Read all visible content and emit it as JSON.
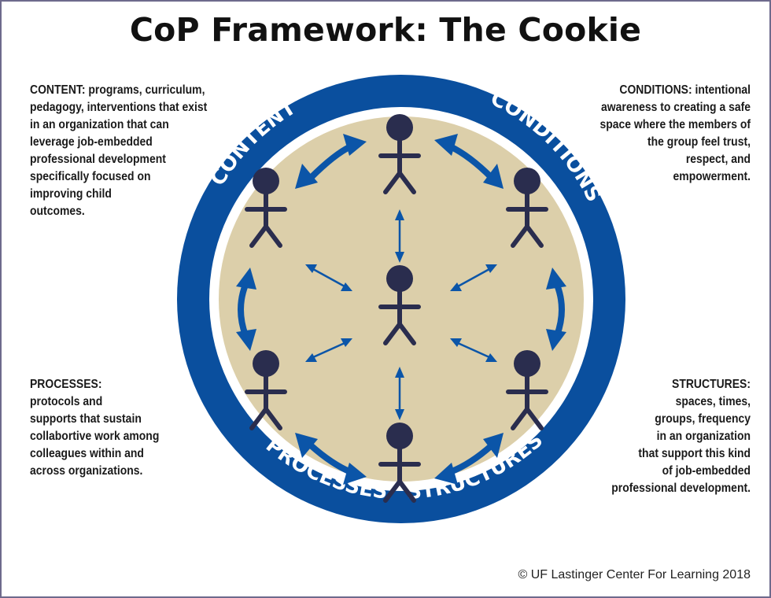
{
  "title": "CoP Framework: The Cookie",
  "ring_labels": {
    "content": "CONTENT",
    "conditions": "CONDITIONS",
    "processes": "PROCESSES",
    "structures": "STRUCTURES"
  },
  "descriptions": {
    "content": {
      "heading": "CONTENT:",
      "lines": [
        "programs, curriculum,",
        "pedagogy, interventions that exist",
        "in an organization that can",
        "leverage job-embedded",
        "professional development",
        "specifically focused on",
        "improving child",
        "outcomes."
      ]
    },
    "conditions": {
      "heading": "CONDITIONS:",
      "lines": [
        "intentional",
        "awareness to creating a safe",
        "space where the members of",
        "the group feel trust,",
        "respect, and",
        "empowerment."
      ]
    },
    "processes": {
      "heading": "PROCESSES:",
      "lines": [
        "",
        "protocols and",
        "supports that sustain",
        "collabortive work among",
        "colleagues within and",
        "across organizations."
      ]
    },
    "structures": {
      "heading": "STRUCTURES:",
      "lines": [
        "",
        "spaces, times,",
        "groups, frequency",
        "in an organization",
        "that support this kind",
        "of job-embedded",
        "professional development."
      ]
    }
  },
  "credit": "© UF Lastinger Center For Learning 2018",
  "colors": {
    "ring_blue": "#0a4f9e",
    "cookie_tan": "#dccfaa",
    "figure_navy": "#2a2d4e",
    "arrow_blue": "#0b55a8",
    "frame": "#6e6a8c"
  },
  "icons": {
    "figure": "stick-person-icon",
    "arrow": "double-headed-arrow-icon"
  }
}
